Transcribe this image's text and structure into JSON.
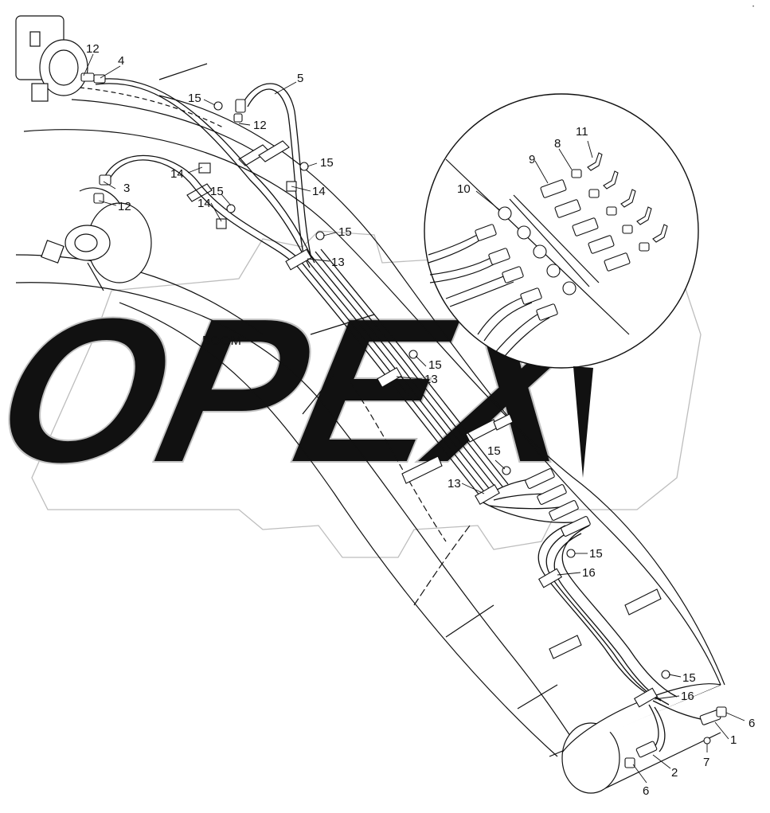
{
  "diagram": {
    "boom_label": "BOOM",
    "watermark": "OPEX",
    "corner_mark": "•"
  },
  "callouts": [
    {
      "id": "c12a",
      "text": "12"
    },
    {
      "id": "c4",
      "text": "4"
    },
    {
      "id": "c5",
      "text": "5"
    },
    {
      "id": "c15a",
      "text": "15"
    },
    {
      "id": "c12b",
      "text": "12"
    },
    {
      "id": "c15b",
      "text": "15"
    },
    {
      "id": "c14a",
      "text": "14"
    },
    {
      "id": "c14b",
      "text": "14"
    },
    {
      "id": "c3",
      "text": "3"
    },
    {
      "id": "c12c",
      "text": "12"
    },
    {
      "id": "c15c",
      "text": "15"
    },
    {
      "id": "c14c",
      "text": "14"
    },
    {
      "id": "c15d",
      "text": "15"
    },
    {
      "id": "c13a",
      "text": "13"
    },
    {
      "id": "c15e",
      "text": "15"
    },
    {
      "id": "c13b",
      "text": "13"
    },
    {
      "id": "c15f",
      "text": "15"
    },
    {
      "id": "c13c",
      "text": "13"
    },
    {
      "id": "c15g",
      "text": "15"
    },
    {
      "id": "c16a",
      "text": "16"
    },
    {
      "id": "c15h",
      "text": "15"
    },
    {
      "id": "c16b",
      "text": "16"
    },
    {
      "id": "c6a",
      "text": "6"
    },
    {
      "id": "c1",
      "text": "1"
    },
    {
      "id": "c7",
      "text": "7"
    },
    {
      "id": "c2",
      "text": "2"
    },
    {
      "id": "c6b",
      "text": "6"
    },
    {
      "id": "c11",
      "text": "11"
    },
    {
      "id": "c8",
      "text": "8"
    },
    {
      "id": "c9",
      "text": "9"
    },
    {
      "id": "c10",
      "text": "10"
    }
  ]
}
